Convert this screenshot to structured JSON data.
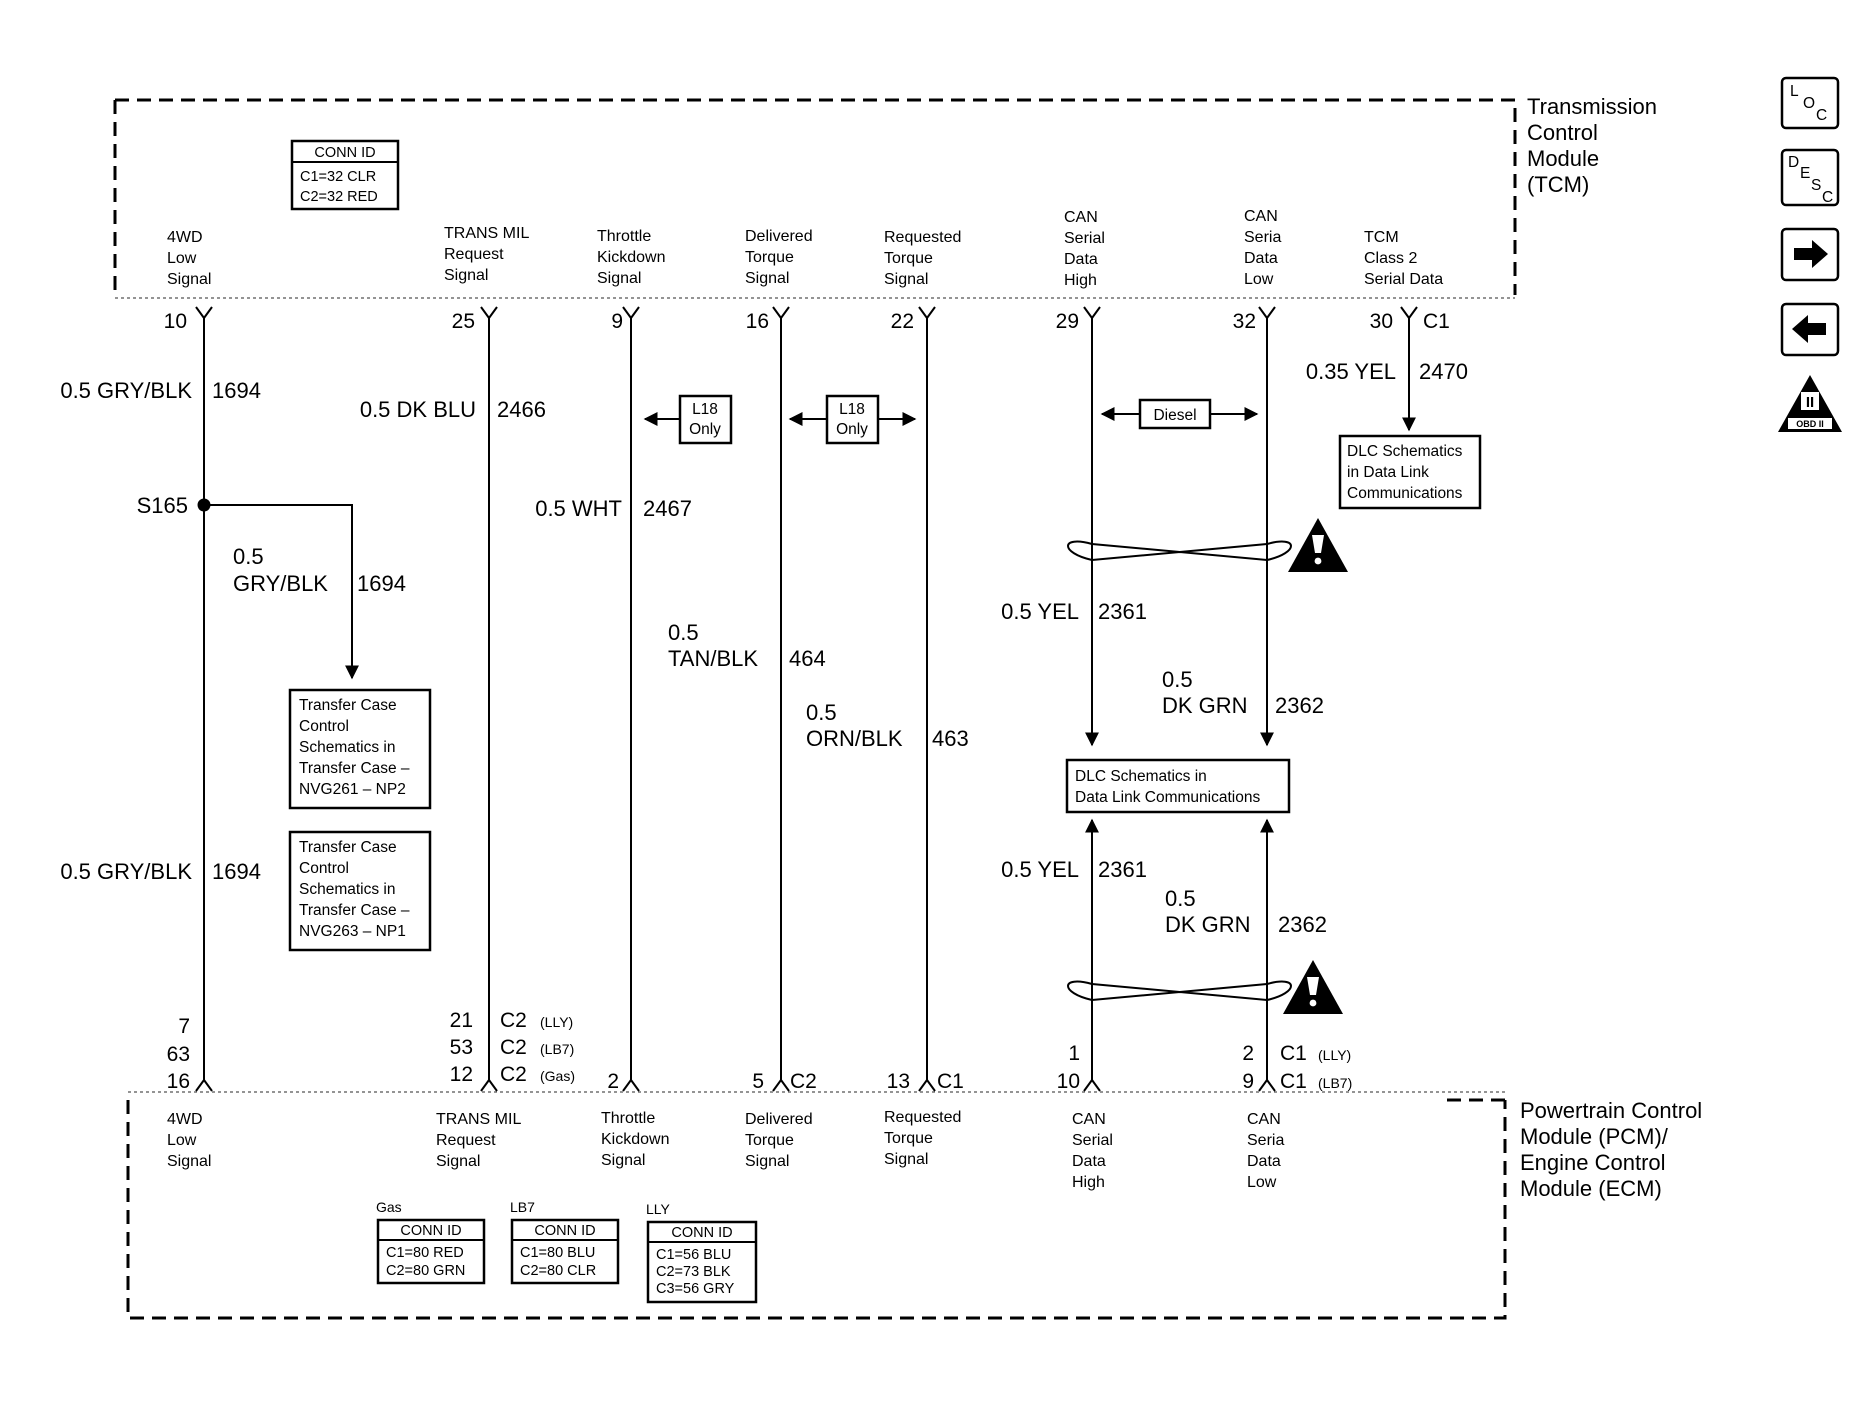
{
  "tcm": {
    "title_lines": [
      "Transmission",
      "Control",
      "Module",
      "(TCM)"
    ],
    "conn_id": {
      "header": "CONN ID",
      "lines": [
        "C1=32 CLR",
        "C2=32 RED"
      ]
    },
    "signals": [
      {
        "lines": [
          "4WD",
          "Low",
          "Signal"
        ],
        "pin": "10"
      },
      {
        "lines": [
          "TRANS MIL",
          "Request",
          "Signal"
        ],
        "pin": "25"
      },
      {
        "lines": [
          "Throttle",
          "Kickdown",
          "Signal"
        ],
        "pin": "9"
      },
      {
        "lines": [
          "Delivered",
          "Torque",
          "Signal"
        ],
        "pin": "16"
      },
      {
        "lines": [
          "Requested",
          "Torque",
          "Signal"
        ],
        "pin": "22"
      },
      {
        "lines": [
          "CAN",
          "Serial",
          "Data",
          "High"
        ],
        "pin": "29"
      },
      {
        "lines": [
          "CAN",
          "Seria",
          "Data",
          "Low"
        ],
        "pin": "32"
      },
      {
        "lines": [
          "TCM",
          "Class 2",
          "Serial Data"
        ],
        "pin": "30"
      }
    ],
    "connector": "C1"
  },
  "pcm": {
    "title_lines": [
      "Powertrain Control",
      "Module (PCM)/",
      "Engine Control",
      "Module (ECM)"
    ],
    "signals": [
      {
        "lines": [
          "4WD",
          "Low",
          "Signal"
        ]
      },
      {
        "lines": [
          "TRANS MIL",
          "Request",
          "Signal"
        ]
      },
      {
        "lines": [
          "Throttle",
          "Kickdown",
          "Signal"
        ]
      },
      {
        "lines": [
          "Delivered",
          "Torque",
          "Signal"
        ]
      },
      {
        "lines": [
          "Requested",
          "Torque",
          "Signal"
        ]
      },
      {
        "lines": [
          "CAN",
          "Serial",
          "Data",
          "High"
        ]
      },
      {
        "lines": [
          "CAN",
          "Seria",
          "Data",
          "Low"
        ]
      }
    ],
    "pins": {
      "w4wd": [
        "7",
        "63",
        "16"
      ],
      "mil": [
        {
          "pin": "21",
          "conn": "C2",
          "variant": "(LLY)"
        },
        {
          "pin": "53",
          "conn": "C2",
          "variant": "(LB7)"
        },
        {
          "pin": "12",
          "conn": "C2",
          "variant": "(Gas)"
        }
      ],
      "throttle": "2",
      "delivered": {
        "pin": "5",
        "conn": "C2"
      },
      "requested": {
        "pin": "13",
        "conn": "C1"
      },
      "can_high": [
        "1",
        "10"
      ],
      "can_low": [
        {
          "pin": "2",
          "conn": "C1",
          "variant": "(LLY)"
        },
        {
          "pin": "9",
          "conn": "C1",
          "variant": "(LB7)"
        }
      ]
    },
    "conn_ids": [
      {
        "label": "Gas",
        "header": "CONN ID",
        "lines": [
          "C1=80 RED",
          "C2=80 GRN"
        ]
      },
      {
        "label": "LB7",
        "header": "CONN ID",
        "lines": [
          "C1=80 BLU",
          "C2=80 CLR"
        ]
      },
      {
        "label": "LLY",
        "header": "CONN ID",
        "lines": [
          "C1=56 BLU",
          "C2=73 BLK",
          "C3=56 GRY"
        ]
      }
    ]
  },
  "wires": {
    "w4wd_top": {
      "color": "0.5 GRY/BLK",
      "circuit": "1694"
    },
    "splice": "S165",
    "w4wd_branch": {
      "color_lines": [
        "0.5",
        "GRY/BLK"
      ],
      "circuit": "1694"
    },
    "w4wd_bottom": {
      "color": "0.5 GRY/BLK",
      "circuit": "1694"
    },
    "mil": {
      "color": "0.5 DK BLU",
      "circuit": "2466"
    },
    "throttle": {
      "color": "0.5 WHT",
      "circuit": "2467"
    },
    "delivered": {
      "color_lines": [
        "0.5",
        "TAN/BLK"
      ],
      "circuit": "464"
    },
    "requested": {
      "color_lines": [
        "0.5",
        "ORN/BLK"
      ],
      "circuit": "463"
    },
    "can_high_top": {
      "color": "0.5 YEL",
      "circuit": "2361"
    },
    "can_low_top": {
      "color_lines": [
        "0.5",
        "DK GRN"
      ],
      "circuit": "2362"
    },
    "can_high_bottom": {
      "color": "0.5 YEL",
      "circuit": "2361"
    },
    "can_low_bottom": {
      "color_lines": [
        "0.5",
        "DK GRN"
      ],
      "circuit": "2362"
    },
    "class2": {
      "color": "0.35 YEL",
      "circuit": "2470"
    }
  },
  "option_boxes": {
    "l18_left": [
      "L18",
      "Only"
    ],
    "l18_right": [
      "L18",
      "Only"
    ],
    "diesel": "Diesel"
  },
  "ref_boxes": {
    "transfer_np2": [
      "Transfer Case",
      "Control",
      "Schematics in",
      "Transfer Case –",
      "NVG261 – NP2"
    ],
    "transfer_np1": [
      "Transfer Case",
      "Control",
      "Schematics in",
      "Transfer Case –",
      "NVG263 – NP1"
    ],
    "dlc_class2": [
      "DLC Schematics",
      "in Data Link",
      "Communications"
    ],
    "dlc_can": [
      "DLC Schematics in",
      "Data Link Communications"
    ]
  },
  "side_icons": {
    "loc": [
      "L",
      "O",
      "C"
    ],
    "desc": [
      "D",
      "E",
      "S",
      "C"
    ],
    "obd": "OBD II",
    "obd_numeral": "II"
  }
}
